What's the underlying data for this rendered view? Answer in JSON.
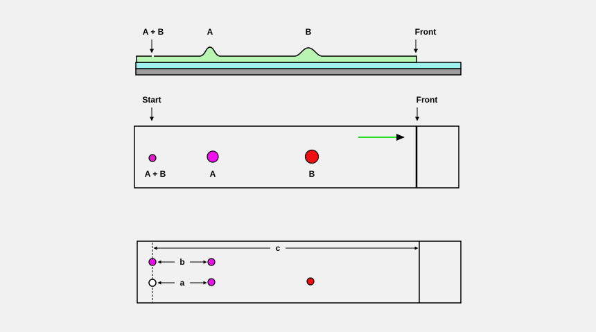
{
  "diagram": {
    "side_view": {
      "labels": {
        "start": "A + B",
        "peak_a": "A",
        "peak_b": "B",
        "front": "Front"
      }
    },
    "plate": {
      "labels": {
        "start": "Start",
        "front": "Front"
      },
      "spots": [
        {
          "label": "A + B",
          "color": "#e020c8"
        },
        {
          "label": "A",
          "color": "#ee10ee"
        },
        {
          "label": "B",
          "color": "#ee1010"
        }
      ],
      "solvent_arrow_color": "#22dd22"
    },
    "measurement": {
      "labels": {
        "c": "c",
        "b": "b",
        "a": "a"
      },
      "colors": {
        "spot_a": "#ee10ee",
        "spot_b": "#ee1010",
        "origin": "#ffffff"
      }
    },
    "colors": {
      "solvent_band": "#b8f5b2",
      "glass_plate": "#9ff3ef",
      "base": "#9d9d9d",
      "plate_background": "#f1f1f1"
    }
  }
}
